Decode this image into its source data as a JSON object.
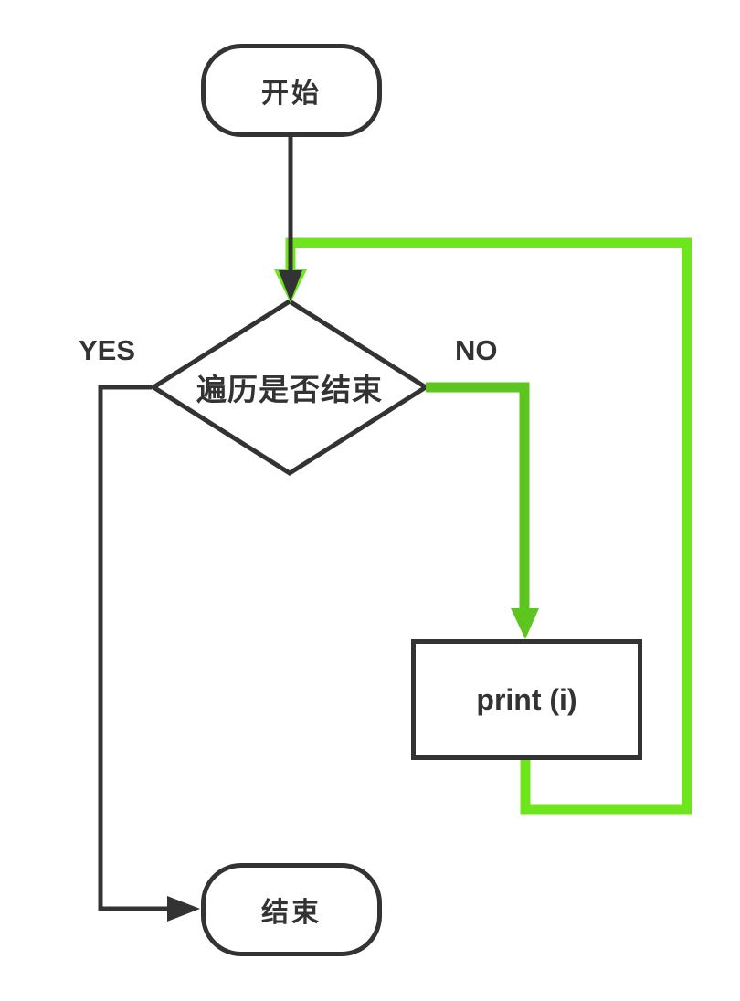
{
  "diagram": {
    "type": "flowchart",
    "nodes": {
      "start": {
        "label": "开始",
        "shape": "terminal"
      },
      "decision": {
        "label": "遍历是否结束",
        "shape": "diamond"
      },
      "process": {
        "label": "print (i)",
        "shape": "rectangle"
      },
      "end": {
        "label": "结束",
        "shape": "terminal"
      }
    },
    "edges": {
      "yes_label": "YES",
      "no_label": "NO"
    },
    "colors": {
      "line_dark": "#333333",
      "branch_green": "#5CC61E",
      "loop_green": "#6FE51D",
      "node_fill": "#ffffff"
    }
  }
}
